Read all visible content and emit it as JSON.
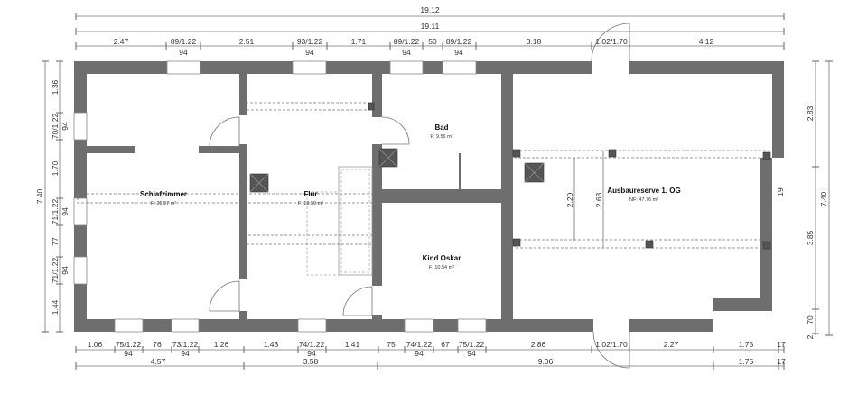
{
  "colors": {
    "wall": "#6e6e6e",
    "background": "#ffffff",
    "dimension_line": "#777777"
  },
  "rooms": [
    {
      "name": "Schlafzimmer",
      "area": "F: 26.97 m²"
    },
    {
      "name": "Flur",
      "area": "F: 19.59 m²"
    },
    {
      "name": "Bad",
      "area": "F: 9.56 m²"
    },
    {
      "name": "Kind Oskar",
      "area": "F: 10.54 m²"
    },
    {
      "name": "Ausbaureserve 1. OG",
      "area": "NF: 47.76 m²"
    }
  ],
  "dimensions": {
    "top_total_1": "19.12",
    "top_total_2": "19.11",
    "top_segments": [
      "2.47",
      "89/1.22",
      "2.51",
      "93/1.22",
      "1.71",
      "89/1.22",
      "50",
      "89/1.22",
      "3.18",
      "1.02/1.70",
      "4.12"
    ],
    "top_sill": [
      "94",
      "94",
      "94",
      "94"
    ],
    "bottom_segments": [
      "1.06",
      "75/1.22",
      "76",
      "73/1.22",
      "1.26",
      "1.43",
      "74/1.22",
      "1.41",
      "75",
      "74/1.22",
      "67",
      "75/1.22",
      "2.86",
      "1.02/1.70",
      "2.27",
      "1.75",
      "17"
    ],
    "bottom_sill": [
      "94",
      "94",
      "94",
      "94",
      "94"
    ],
    "bottom_totals": [
      "4.57",
      "3.58",
      "9.06",
      "1.75",
      "17"
    ],
    "left_total": "7.40",
    "left_segments": [
      "1.36",
      "70/1.22",
      "1.70",
      "71/1.22",
      "77",
      "71/1.22",
      "1.44"
    ],
    "left_sill": [
      "94",
      "94",
      "94"
    ],
    "right_segments": [
      "2.83",
      "3.85",
      "70",
      "2"
    ],
    "right_total": "7.40",
    "right_step": "19",
    "interior": [
      "2.20",
      "2.63"
    ]
  }
}
